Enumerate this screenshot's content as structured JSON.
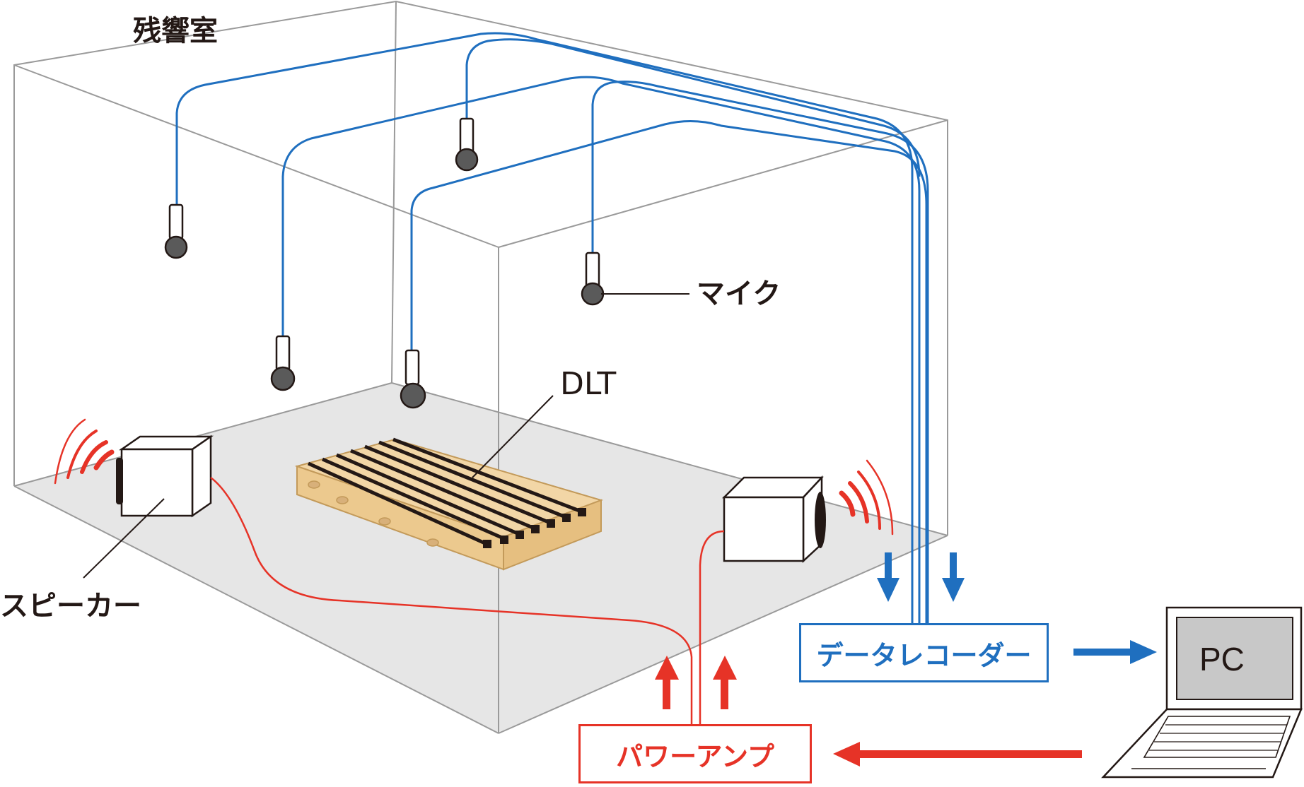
{
  "labels": {
    "room": "残響室",
    "mic": "マイク",
    "dlt": "DLT",
    "speaker": "スピーカー",
    "recorder": "データレコーダー",
    "amp": "パワーアンプ",
    "pc": "PC"
  },
  "colors": {
    "signal_in": "#1f6fbf",
    "signal_out": "#e63327",
    "room_line": "#9a9a9a",
    "floor": "#e6e6e6",
    "wood": "#f2d6a6",
    "wood_edge": "#c39a5a"
  },
  "icons": {
    "microphone": "microphone-icon",
    "speaker": "speaker-icon",
    "laptop": "laptop-icon",
    "sound_wave": "sound-wave-icon",
    "arrow": "arrow-icon"
  }
}
